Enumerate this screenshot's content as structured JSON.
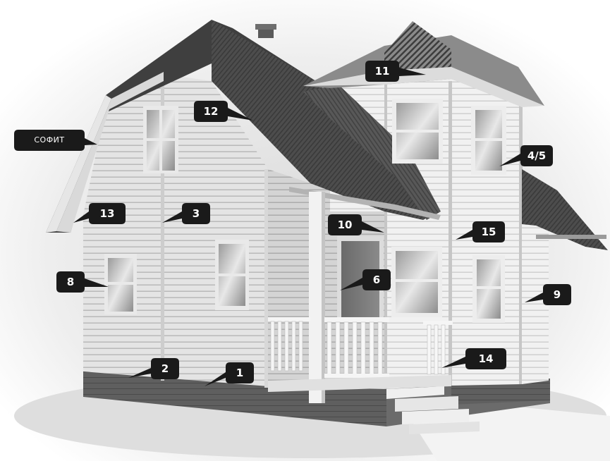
{
  "callouts": [
    {
      "id": "sofit",
      "label": "СОФИТ"
    },
    {
      "id": "c1",
      "label": "1"
    },
    {
      "id": "c2",
      "label": "2"
    },
    {
      "id": "c3",
      "label": "3"
    },
    {
      "id": "c45",
      "label": "4/5"
    },
    {
      "id": "c6",
      "label": "6"
    },
    {
      "id": "c8",
      "label": "8"
    },
    {
      "id": "c9",
      "label": "9"
    },
    {
      "id": "c10",
      "label": "10"
    },
    {
      "id": "c11",
      "label": "11"
    },
    {
      "id": "c12",
      "label": "12"
    },
    {
      "id": "c13",
      "label": "13"
    },
    {
      "id": "c14",
      "label": "14"
    },
    {
      "id": "c15",
      "label": "15"
    }
  ]
}
